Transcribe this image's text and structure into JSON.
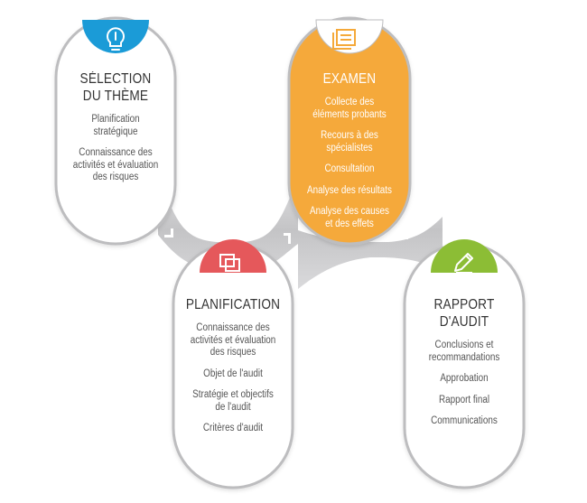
{
  "colors": {
    "band": "#c9c9cb",
    "band_light": "#dcdcde",
    "card_border": "#b9b9bb",
    "examen": "#f5a93a",
    "blue": "#1b9bd7",
    "red": "#e5585b",
    "green": "#8cbd35"
  },
  "cards": {
    "selection": {
      "title": "SÉLECTION\nDU THÈME",
      "icon": "lightbulb-icon",
      "items": [
        "Planification\nstratégique",
        "Connaissance des\nactivités et évaluation\ndes risques"
      ]
    },
    "planification": {
      "title": "PLANIFICATION",
      "icon": "copy-icon",
      "items": [
        "Connaissance des\nactivités et évaluation\ndes risques",
        "Objet de l'audit",
        "Stratégie et objectifs\nde l'audit",
        "Critères d'audit"
      ]
    },
    "examen": {
      "title": "EXAMEN",
      "icon": "document-icon",
      "items": [
        "Collecte des\néléments probants",
        "Recours à des spécialistes",
        "Consultation",
        "Analyse des résultats",
        "Analyse des causes\net des effets"
      ]
    },
    "rapport": {
      "title": "RAPPORT D'AUDIT",
      "icon": "pencil-icon",
      "items": [
        "Conclusions et\nrecommandations",
        "Approbation",
        "Rapport final",
        "Communications"
      ]
    }
  }
}
